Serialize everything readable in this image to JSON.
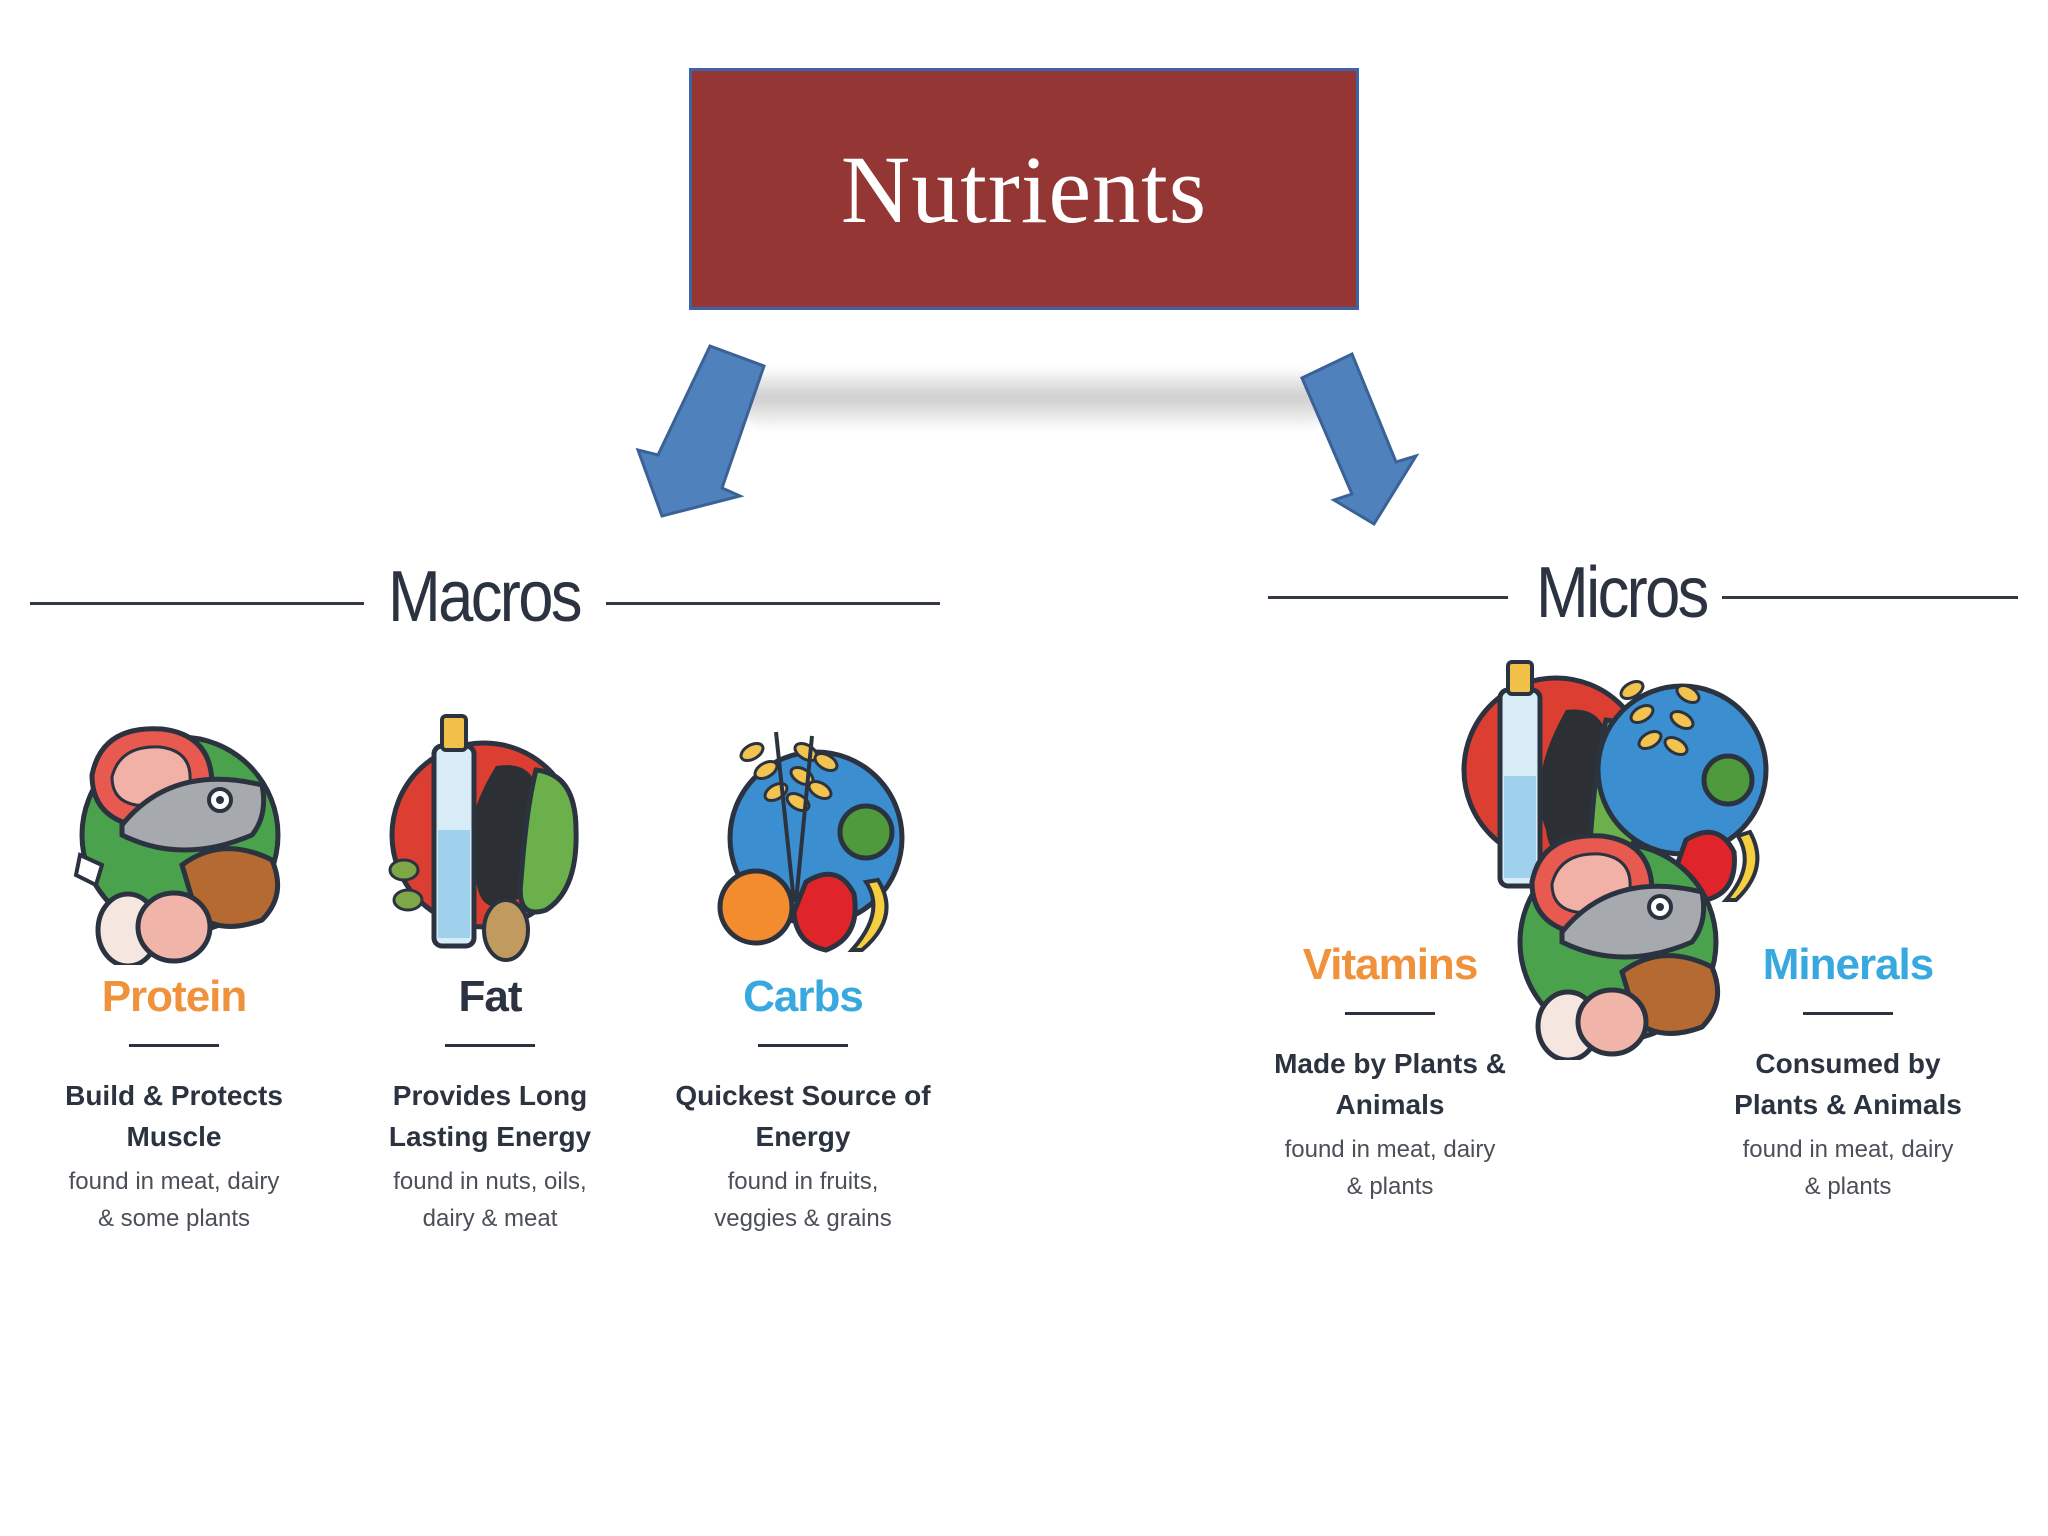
{
  "title": "Nutrients",
  "colors": {
    "title_bg": "#943634",
    "arrow": "#4f81bd",
    "protein": "#f0923b",
    "fat": "#2c3340",
    "carbs": "#38a9de",
    "vitamins": "#f0923b",
    "minerals": "#38a9de"
  },
  "macros": {
    "heading": "Macros",
    "items": [
      {
        "title": "Protein",
        "desc1": "Build & Protects",
        "desc2": "Muscle",
        "note1": "found in meat, dairy",
        "note2": "& some plants",
        "icon": "protein-food-icon"
      },
      {
        "title": "Fat",
        "desc1": "Provides Long",
        "desc2": "Lasting Energy",
        "note1": "found in nuts, oils,",
        "note2": "dairy & meat",
        "icon": "fat-food-icon"
      },
      {
        "title": "Carbs",
        "desc1": "Quickest Source of",
        "desc2": "Energy",
        "note1": "found in fruits,",
        "note2": "veggies & grains",
        "icon": "carbs-food-icon"
      }
    ]
  },
  "micros": {
    "heading": "Micros",
    "icon": "combined-food-icon",
    "items": [
      {
        "title": "Vitamins",
        "desc1": "Made by Plants &",
        "desc2": "Animals",
        "note1": "found in meat, dairy",
        "note2": "& plants"
      },
      {
        "title": "Minerals",
        "desc1": "Consumed by",
        "desc2": "Plants & Animals",
        "note1": "found in meat, dairy",
        "note2": "& plants"
      }
    ]
  }
}
